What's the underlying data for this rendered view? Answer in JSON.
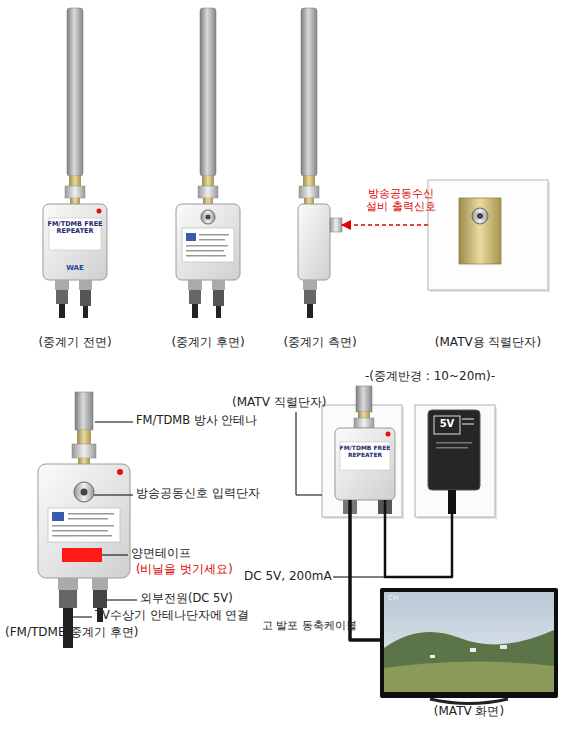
{
  "diagram": {
    "nodes": [
      {
        "text": [
          "FM/TDMB FREE REPEATER",
          "WAE",
          "(중계기 전면)"
        ]
      },
      {
        "text": [
          "(중계기 후면)"
        ]
      },
      {
        "text": [
          "(중계기 측면)"
        ]
      },
      {
        "text": [
          "(MATV용 직렬단자)"
        ]
      },
      {
        "text": [
          "(FM/TDMB 중계기 후면)"
        ]
      },
      {
        "text": [
          "FM/TDMB FREE REPEATER"
        ]
      },
      {
        "text": [
          "5V"
        ]
      },
      {
        "text": [
          "CH",
          "(MATV 화면)"
        ]
      }
    ],
    "edges": [
      {
        "from": 3,
        "to": 2,
        "arrow": "to",
        "label": "방송공동수신 설비 출력신호"
      },
      {
        "from": 6,
        "to": 5,
        "arrow": "none",
        "label": "DC 5V, 200mA"
      },
      {
        "from": 5,
        "to": 7,
        "arrow": "none",
        "label": "고 발포 동축케이블"
      }
    ],
    "labels": [
      "FM/TDMB 방사 안테나",
      "방송공동신호 입력단자",
      "양면테이프",
      "(비닐을 벗기세요)",
      "외부전원(DC 5V)",
      "TV수상기 안테나단자에 연결",
      "-(중계반경 : 10~20m)-",
      "(MATV 직렬단자)"
    ]
  }
}
